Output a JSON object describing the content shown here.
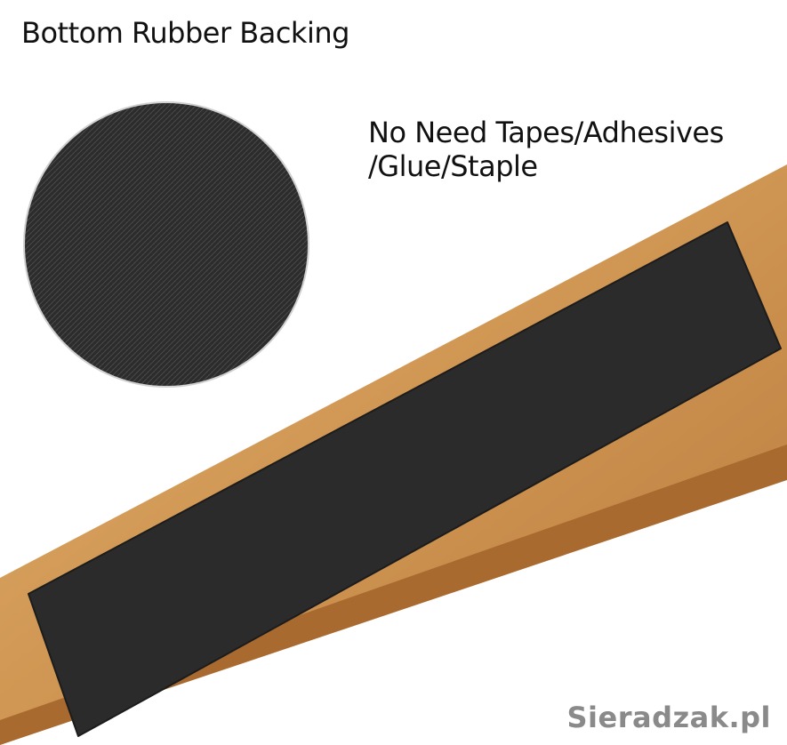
{
  "heading": "Bottom Rubber Backing",
  "claim": {
    "line1": "No Need Tapes/Adhesives",
    "line2": "/Glue/Staple"
  },
  "watermark": "Sieradzak.pl",
  "colors": {
    "wood_top": "#d9a460",
    "wood_front": "#b7793a",
    "mat": "#2b2b2b",
    "backing": "#2a2a2a"
  }
}
